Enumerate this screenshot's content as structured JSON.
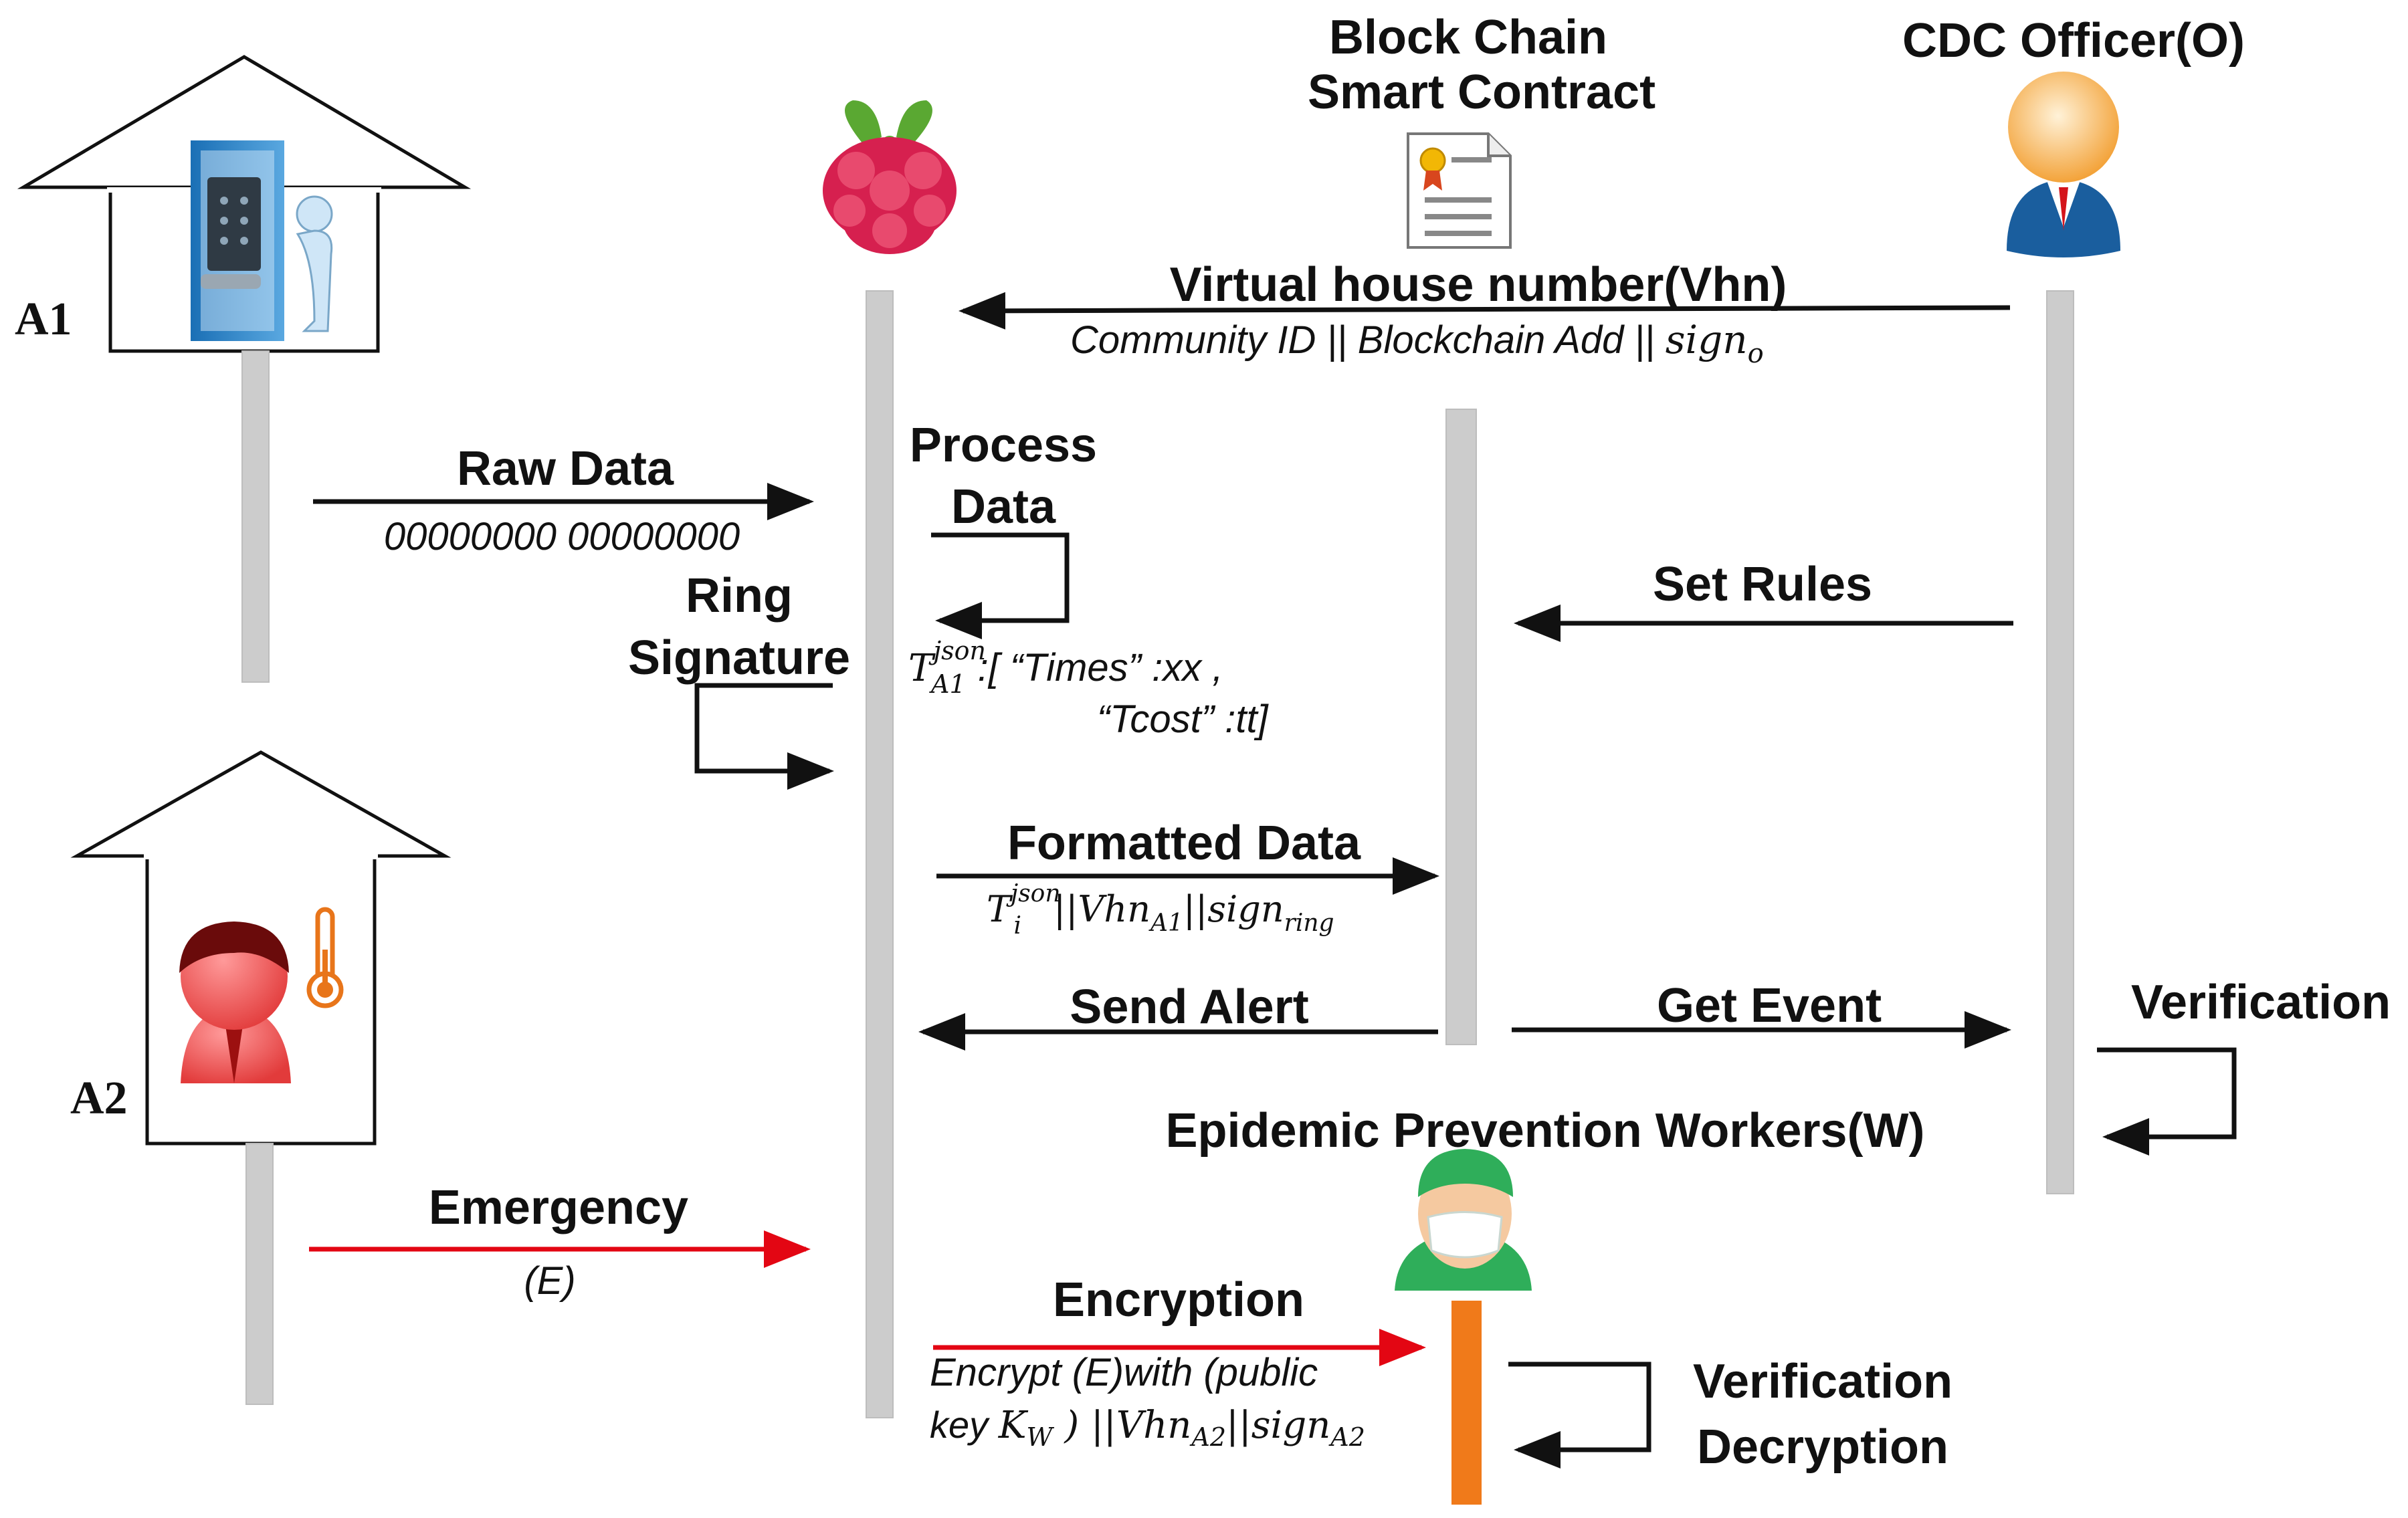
{
  "labels": {
    "house_a1": "A1",
    "house_a2": "A2",
    "blockchain_line1": "Block Chain",
    "blockchain_line2": "Smart Contract",
    "cdc_officer": "CDC Officer(O)",
    "epw": "Epidemic Prevention Workers(W)"
  },
  "messages": {
    "vhn_title": "Virtual  house number(Vhn)",
    "vhn_sub_main": "Community ID || Blockchain Add || ",
    "vhn_sub_sign": "sign",
    "vhn_sub_sign_sub": "o",
    "raw_title": "Raw Data",
    "raw_sub": "00000000 00000000",
    "process_line1": "Process",
    "process_line2": "Data",
    "json_T": "T",
    "json_sup": "json",
    "json_sub": "A1",
    "json_line1": ":[  “Times”  :xx ,",
    "json_line2": "“Tcost”  :tt]",
    "ring_line1": "Ring",
    "ring_line2": "Signature",
    "set_rules": "Set Rules",
    "formatted_title": "Formatted Data",
    "fmt_T": "T",
    "fmt_sup": "json",
    "fmt_sub": "i",
    "fmt_mid": "||Vhn",
    "fmt_mid_sub": "A1",
    "fmt_sign": "||sign",
    "fmt_sign_sub": "ring",
    "send_alert": "Send Alert",
    "get_event": "Get Event",
    "verification": "Verification",
    "emergency_title": "Emergency",
    "emergency_sub": "(E)",
    "encryption_title": "Encryption",
    "enc_line1": "Encrypt (E)with (public",
    "enc_key": "key ",
    "enc_K": "K",
    "enc_K_sub": "W",
    "enc_rest": " ) ||Vhn",
    "enc_rest_sub": "A2",
    "enc_sign": "||sign",
    "enc_sign_sub": "A2",
    "ver_dec_line1": "Verification",
    "ver_dec_line2": "Decryption"
  },
  "colors": {
    "black_arrow": "#111111",
    "red_arrow": "#e30613",
    "lifeline": "#cccccc",
    "worker_lifeline": "#f07a1a"
  },
  "icons": [
    "house-a1-icon",
    "door-lock-icon",
    "house-a2-icon",
    "fever-person-icon",
    "thermometer-icon",
    "raspberry-pi-icon",
    "certificate-document-icon",
    "officer-avatar-icon",
    "medical-worker-icon"
  ]
}
